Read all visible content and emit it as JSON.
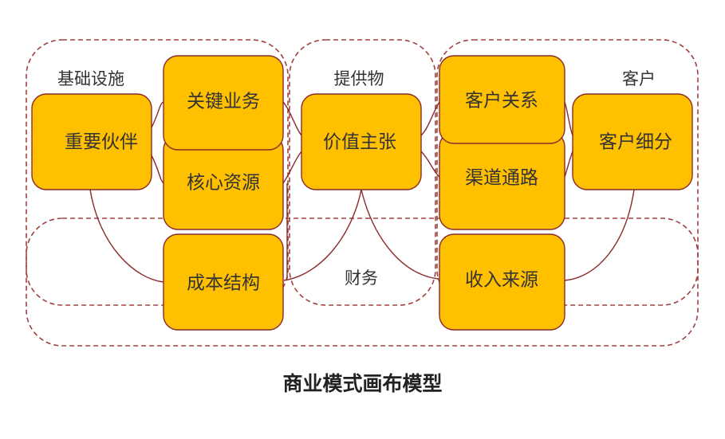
{
  "caption": "商业模式画布模型",
  "colors": {
    "box_fill": "#FFC000",
    "box_stroke": "#8B2A2A",
    "dash": "#A04040",
    "connector": "#8B2A2A",
    "text": "#333333"
  },
  "groups": {
    "infrastructure": "基础设施",
    "offering": "提供物",
    "customer": "客户",
    "finance": "财务"
  },
  "blocks": {
    "key_partners": "重要伙伴",
    "key_activities": "关键业务",
    "key_resources": "核心资源",
    "value_proposition": "价值主张",
    "customer_relationships": "客户关系",
    "channels": "渠道通路",
    "customer_segments": "客户细分",
    "cost_structure": "成本结构",
    "revenue_streams": "收入来源"
  }
}
